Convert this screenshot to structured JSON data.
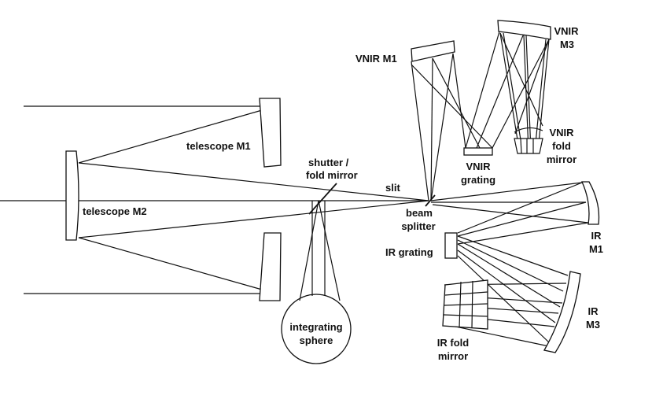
{
  "labels": {
    "telescope_m1": "telescope M1",
    "telescope_m2": "telescope M2",
    "shutter_line1": "shutter /",
    "shutter_line2": "fold mirror",
    "integrating_line1": "integrating",
    "integrating_line2": "sphere",
    "slit": "slit",
    "beam_line1": "beam",
    "beam_line2": "splitter",
    "vnir_m1": "VNIR M1",
    "vnir_m3_line1": "VNIR",
    "vnir_m3_line2": "M3",
    "vnir_fold_line1": "VNIR",
    "vnir_fold_line2": "fold",
    "vnir_fold_line3": "mirror",
    "vnir_grating_line1": "VNIR",
    "vnir_grating_line2": "grating",
    "ir_m1_line1": "IR",
    "ir_m1_line2": "M1",
    "ir_grating": "IR grating",
    "ir_m3_line1": "IR",
    "ir_m3_line2": "M3",
    "ir_fold_line1": "IR fold",
    "ir_fold_line2": "mirror"
  }
}
